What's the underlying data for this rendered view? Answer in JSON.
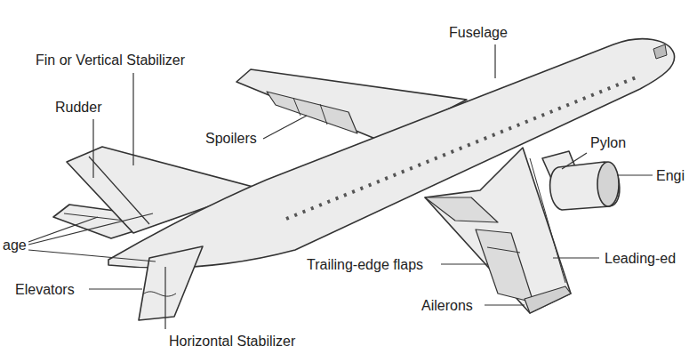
{
  "diagram": {
    "labels": [
      "Fuselage",
      "Fin or Vertical Stabilizer",
      "Rudder",
      "Spoilers",
      "Pylon",
      "Engi",
      "age",
      "Elevators",
      "Trailing-edge flaps",
      "Leading-ed",
      "Ailerons",
      "Horizontal Stabilizer"
    ]
  }
}
